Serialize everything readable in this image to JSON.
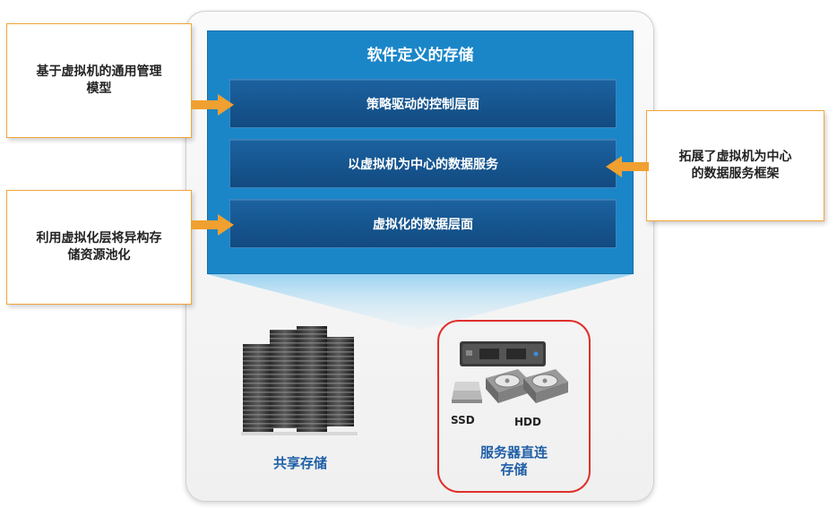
{
  "sds": {
    "title": "软件定义的存储",
    "layers": [
      "策略驱动的控制层面",
      "以虚拟机为中心的数据服务",
      "虚拟化的数据层面"
    ]
  },
  "callouts": {
    "top_left": "基于虚拟机的通用管理\n模型",
    "bottom_left": "利用虚拟化层将异构存\n储资源池化",
    "right": "拓展了虚拟机为中心\n的数据服务框架"
  },
  "storage": {
    "shared_label": "共享存储",
    "das_label": "服务器直连\n存储",
    "ssd_label": "SSD",
    "hdd_label": "HDD"
  },
  "colors": {
    "sds_blue": "#1a86c8",
    "layer_navy": "#124a80",
    "arrow_orange": "#f0a030",
    "das_outline_red": "#e0302a",
    "label_blue": "#1f5fa6"
  }
}
